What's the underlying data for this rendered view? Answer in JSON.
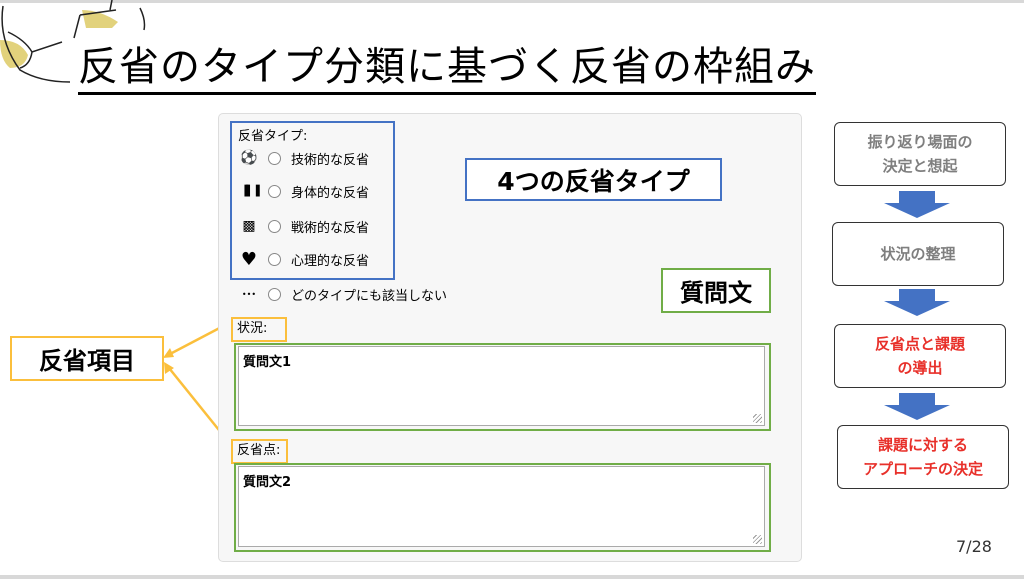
{
  "slide": {
    "title": "反省のタイプ分類に基づく反省の枠組み",
    "page_number": "7/28"
  },
  "form": {
    "type_label": "反省タイプ:",
    "types": [
      {
        "icon": "soccer-ball-icon",
        "glyph": "⚽",
        "label": "技術的な反省"
      },
      {
        "icon": "dumbbell-icon",
        "glyph": "▐▌▐",
        "label": "身体的な反省"
      },
      {
        "icon": "checkerboard-icon",
        "glyph": "▩",
        "label": "戦術的な反省"
      },
      {
        "icon": "heart-icon",
        "glyph": "♥",
        "label": "心理的な反省"
      },
      {
        "icon": "ellipsis-icon",
        "glyph": "•••",
        "label": "どのタイプにも該当しない"
      }
    ],
    "situation_label": "状況:",
    "situation_value": "質問文1",
    "reflection_label": "反省点:",
    "reflection_value": "質問文2"
  },
  "callouts": {
    "types": "4つの反省タイプ",
    "question": "質問文",
    "items": "反省項目"
  },
  "flow": [
    {
      "line1": "振り返り場面の",
      "line2": "決定と想起",
      "color": "#7f7f7f"
    },
    {
      "line1": "状況の整理",
      "line2": "",
      "color": "#7f7f7f"
    },
    {
      "line1": "反省点と課題",
      "line2": "の導出",
      "color": "#e8302a"
    },
    {
      "line1": "課題に対する",
      "line2": "アプローチの決定",
      "color": "#e8302a"
    }
  ],
  "colors": {
    "blue": "#4472c4",
    "green": "#70ad47",
    "orange": "#fbbf3c",
    "red": "#e8302a",
    "ball_yellow": "#e2d27c"
  }
}
